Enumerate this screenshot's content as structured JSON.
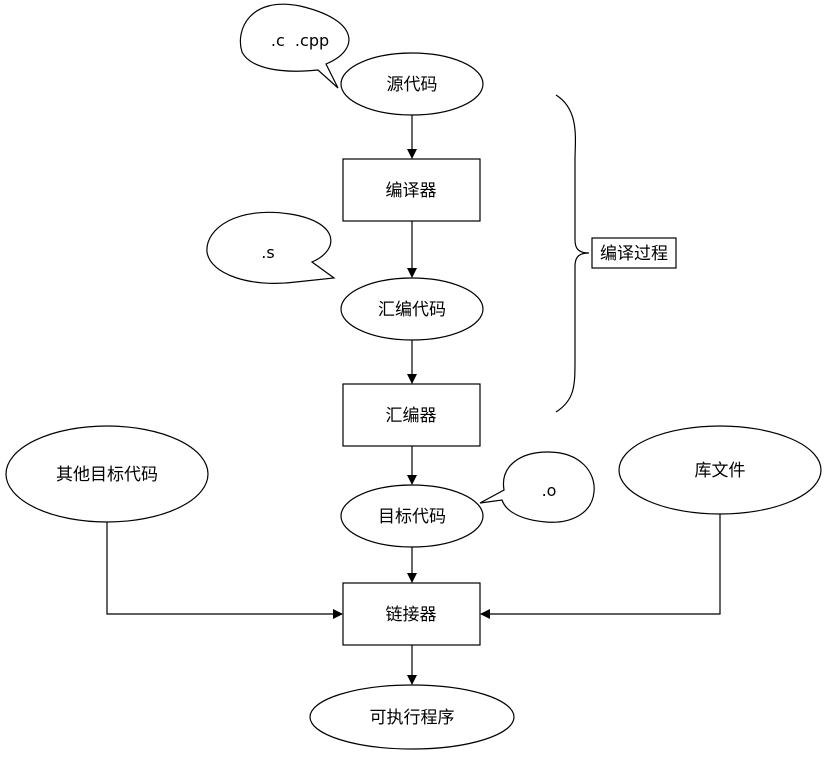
{
  "nodes": {
    "source_code": "源代码",
    "compiler": "编译器",
    "assembly_code": "汇编代码",
    "assembler": "汇编器",
    "object_code": "目标代码",
    "other_object_code": "其他目标代码",
    "library_files": "库文件",
    "linker": "链接器",
    "executable": "可执行程序"
  },
  "callouts": {
    "source_ext": ".c  .cpp",
    "assembly_ext": ".s",
    "object_ext": ".o"
  },
  "brace_label": "编译过程"
}
